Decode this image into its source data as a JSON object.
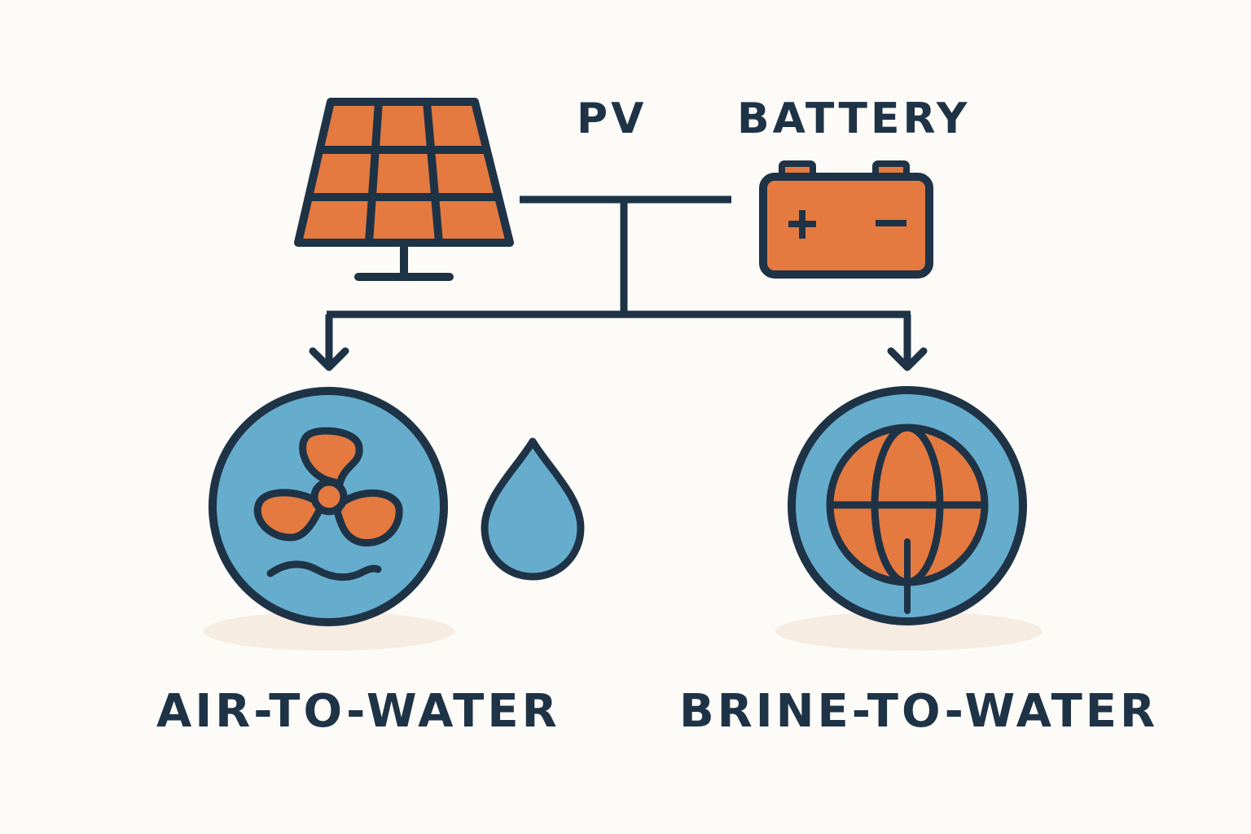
{
  "labels": {
    "pv": "PV",
    "battery": "BATTERY",
    "air_to_water": "AIR-TO-WATER",
    "brine_to_water": "BRINE-TO-WATER"
  },
  "icons": {
    "solar_panel": "solar-panel-icon",
    "battery": "battery-icon",
    "fan": "fan-icon",
    "water_drop": "water-drop-icon",
    "globe": "globe-icon"
  },
  "colors": {
    "outline": "#1f3347",
    "orange": "#e47a40",
    "blue": "#66adcd",
    "background": "#fdfbf7",
    "shadow": "#f6ece2"
  }
}
